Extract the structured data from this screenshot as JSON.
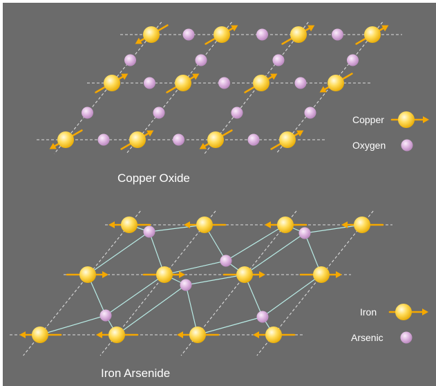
{
  "colors": {
    "background": "#6b6b6b",
    "metal_atom": "#f7c21a",
    "ligand_atom": "#d6a8d8",
    "spin_arrow": "#f5a800",
    "dashed_line": "#dcdcdc",
    "bond_line": "#b9ece6",
    "label_text": "#ffffff"
  },
  "copper_oxide": {
    "title": "Copper Oxide",
    "legend": [
      {
        "label": "Copper",
        "icon": "copper-atom-with-spin-arrow-icon"
      },
      {
        "label": "Oxygen",
        "icon": "oxygen-atom-icon"
      }
    ],
    "lattice_rows": 3,
    "copper_per_row": 4
  },
  "iron_arsenide": {
    "title": "Iron Arsenide",
    "legend": [
      {
        "label": "Iron",
        "icon": "iron-atom-with-spin-arrow-icon"
      },
      {
        "label": "Arsenic",
        "icon": "arsenic-atom-icon"
      }
    ],
    "lattice_rows": 3,
    "iron_per_row": 4
  }
}
